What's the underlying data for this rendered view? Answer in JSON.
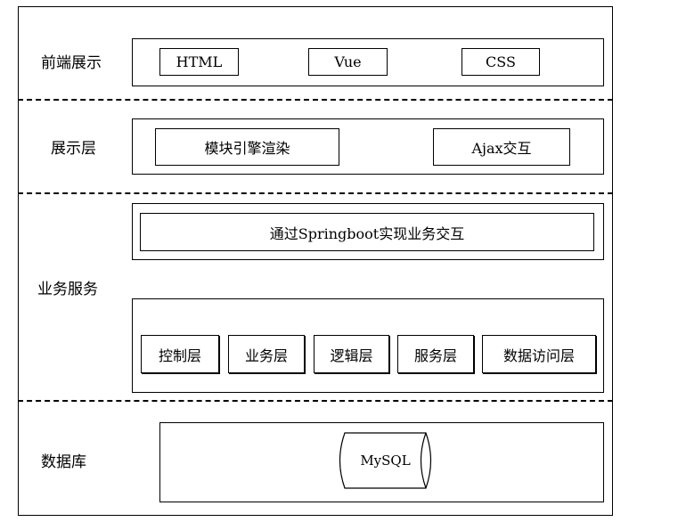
{
  "layers": {
    "frontend": {
      "label": "前端展示",
      "items": [
        "HTML",
        "Vue",
        "CSS"
      ]
    },
    "presentation": {
      "label": "展示层",
      "items": [
        "模块引擎渲染",
        "Ajax交互"
      ]
    },
    "business": {
      "label": "业务服务",
      "top_item": "通过Springboot实现业务交互",
      "items": [
        "控制层",
        "业务层",
        "逻辑层",
        "服务层",
        "数据访问层"
      ]
    },
    "database": {
      "label": "数据库",
      "item": "MySQL"
    }
  }
}
